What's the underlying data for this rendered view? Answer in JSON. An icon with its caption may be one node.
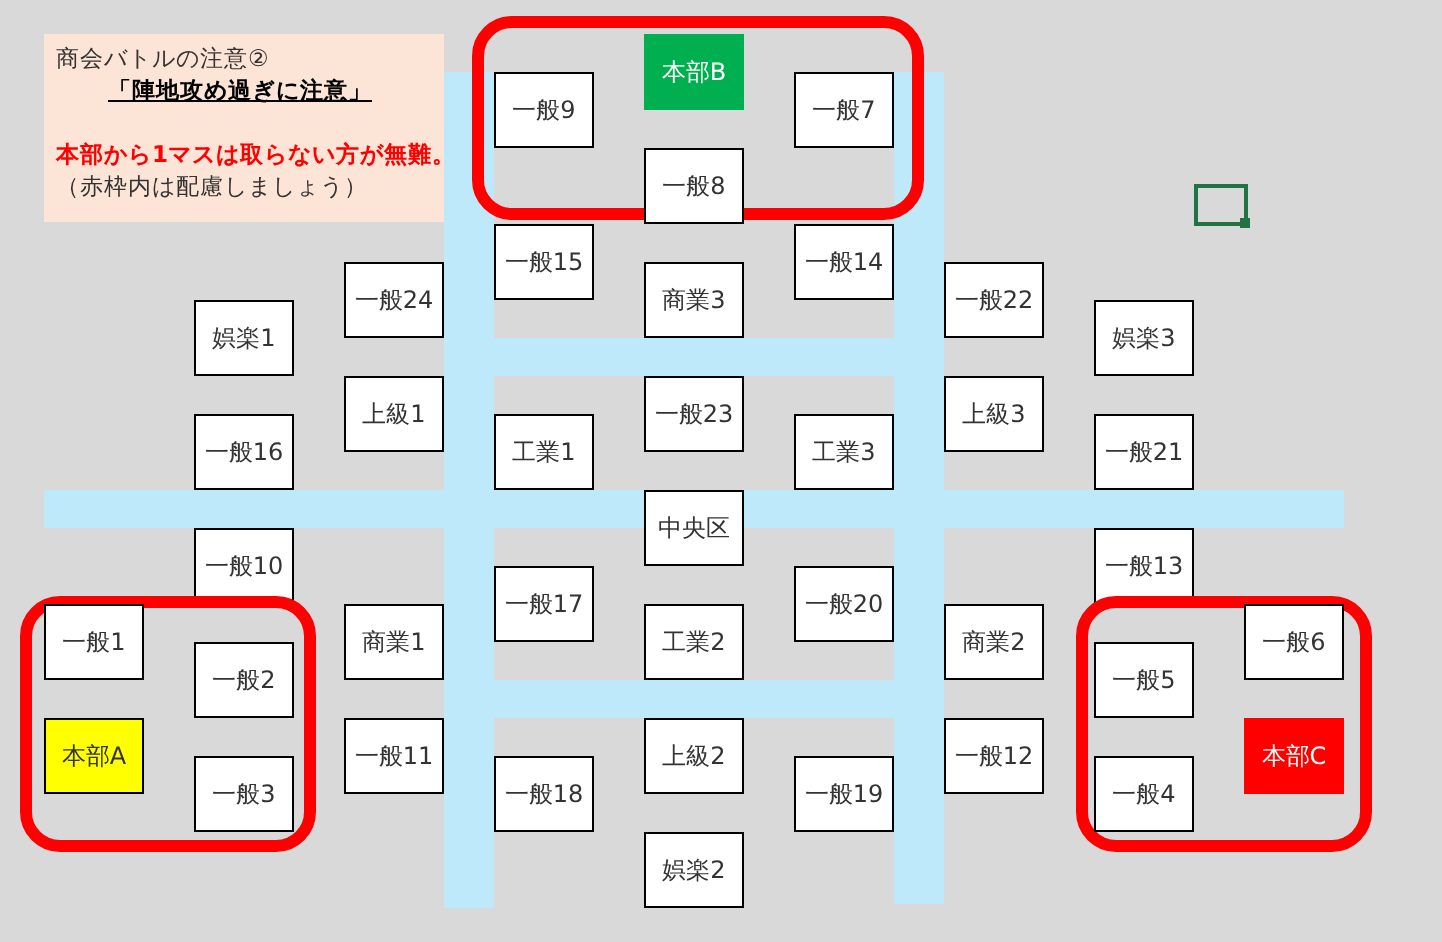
{
  "diagram": {
    "nodes": [
      {
        "text": [
          "商会バトルの注意②",
          "「陣地攻め過ぎに注意」",
          "本部から1マスは取らない方が無難。",
          "（赤枠内は配慮しましょう）"
        ]
      },
      {
        "text": [],
        "shape": "box"
      },
      {
        "text": [
          "本部B"
        ],
        "in": 1
      },
      {
        "text": [
          "一般9"
        ],
        "in": 1
      },
      {
        "text": [
          "一般7"
        ],
        "in": 1
      },
      {
        "text": [
          "一般8"
        ],
        "in": 1
      },
      {
        "text": [
          "一般15"
        ]
      },
      {
        "text": [
          "一般14"
        ]
      },
      {
        "text": [
          "一般24"
        ]
      },
      {
        "text": [
          "商業3"
        ]
      },
      {
        "text": [
          "一般22"
        ]
      },
      {
        "text": [
          "娯楽1"
        ]
      },
      {
        "text": [
          "娯楽3"
        ]
      },
      {
        "text": [
          "上級1"
        ]
      },
      {
        "text": [
          "一般23"
        ]
      },
      {
        "text": [
          "上級3"
        ]
      },
      {
        "text": [
          "一般16"
        ]
      },
      {
        "text": [
          "工業1"
        ]
      },
      {
        "text": [
          "工業3"
        ]
      },
      {
        "text": [
          "一般21"
        ]
      },
      {
        "text": [
          "中央区"
        ]
      },
      {
        "text": [
          "一般10"
        ]
      },
      {
        "text": [
          "一般13"
        ]
      },
      {
        "text": [
          "一般17"
        ]
      },
      {
        "text": [
          "一般20"
        ]
      },
      {
        "text": [],
        "shape": "box"
      },
      {
        "text": [
          "一般1"
        ],
        "in": 25
      },
      {
        "text": [
          "一般2"
        ],
        "in": 25
      },
      {
        "text": [
          "本部A"
        ],
        "in": 25
      },
      {
        "text": [
          "一般3"
        ],
        "in": 25
      },
      {
        "text": [
          "商業1"
        ]
      },
      {
        "text": [
          "工業2"
        ]
      },
      {
        "text": [
          "商業2"
        ]
      },
      {
        "text": [],
        "shape": "box"
      },
      {
        "text": [
          "一般6"
        ],
        "in": 33
      },
      {
        "text": [
          "一般5"
        ],
        "in": 33
      },
      {
        "text": [
          "本部C"
        ],
        "in": 33
      },
      {
        "text": [
          "一般4"
        ],
        "in": 33
      },
      {
        "text": [
          "一般11"
        ]
      },
      {
        "text": [
          "上級2"
        ]
      },
      {
        "text": [
          "一般12"
        ]
      },
      {
        "text": [
          "一般18"
        ]
      },
      {
        "text": [
          "一般19"
        ]
      },
      {
        "text": [
          "娯楽2"
        ]
      }
    ]
  }
}
